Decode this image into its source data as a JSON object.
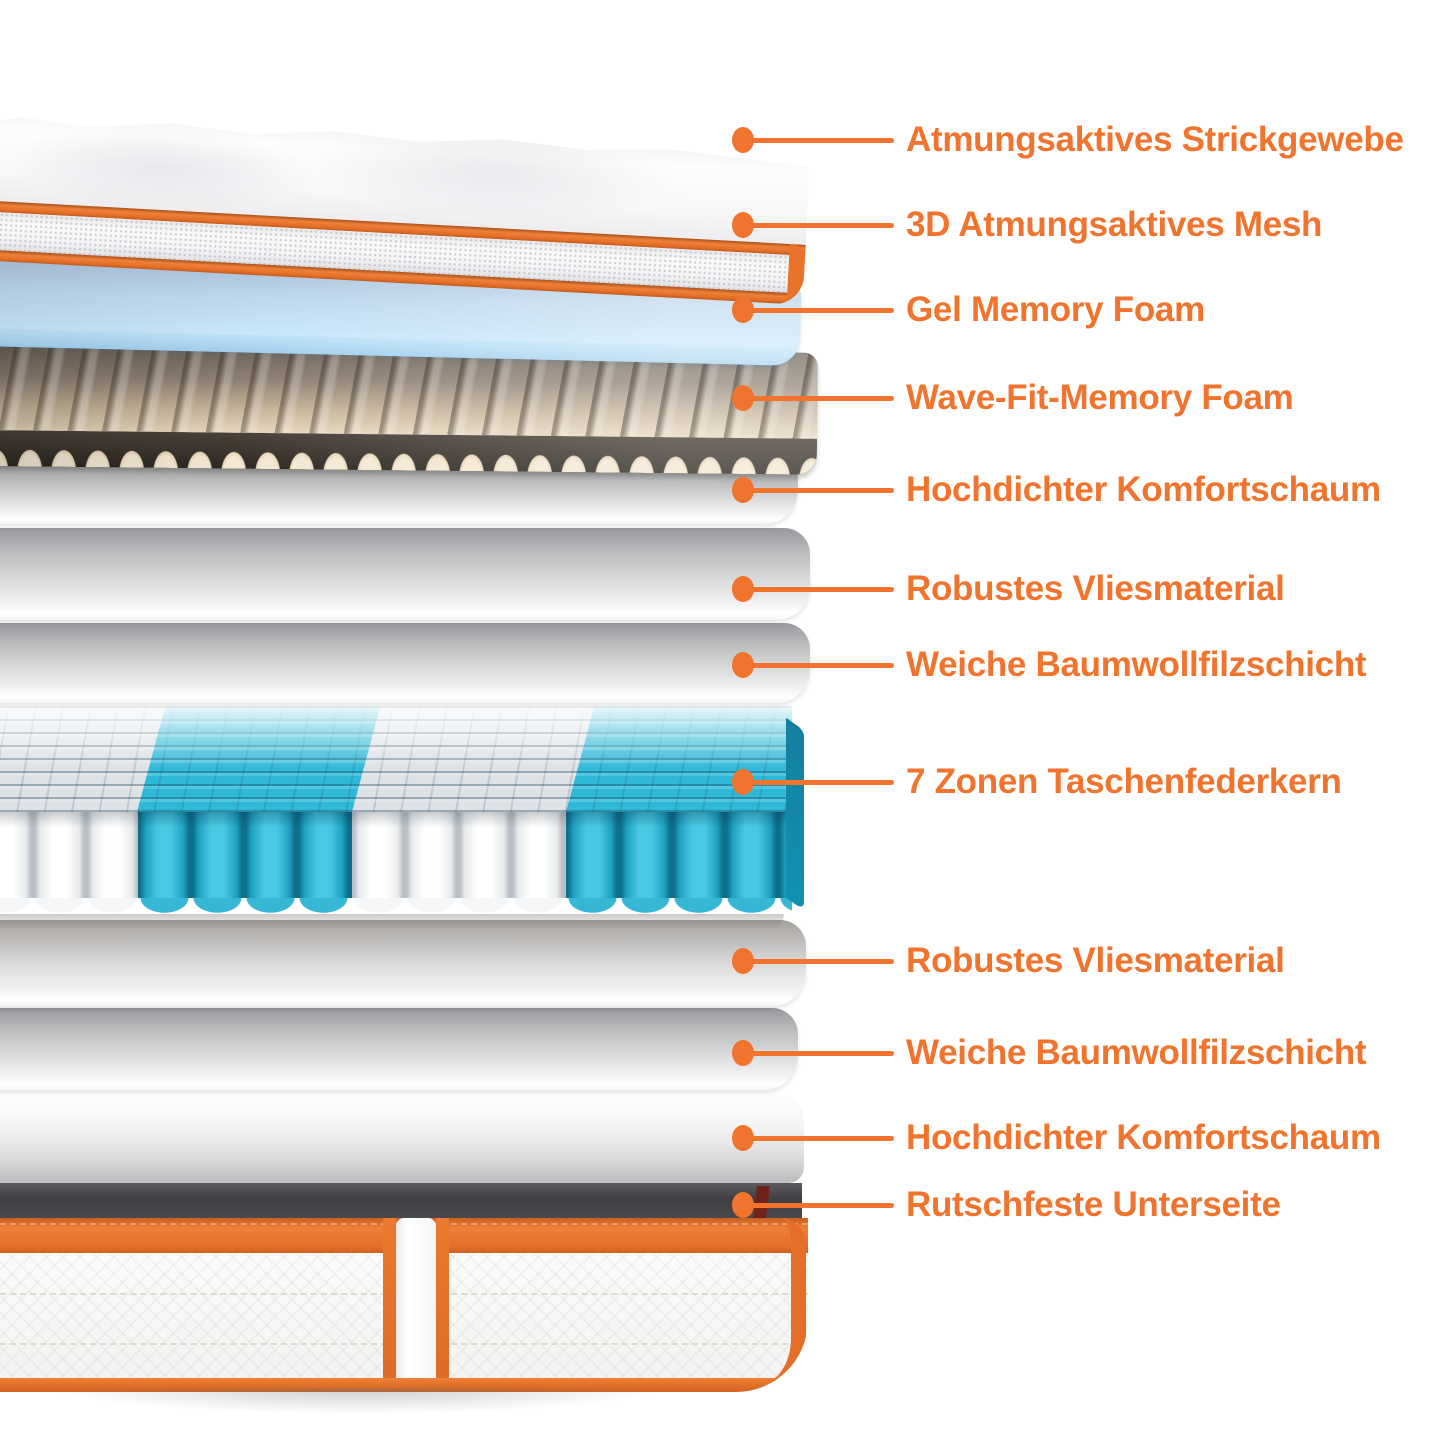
{
  "infographic": {
    "type": "mattress-exploded-layer-diagram",
    "language": "de"
  },
  "callouts": [
    {
      "label": "Atmungsaktives Strickgewebe"
    },
    {
      "label": "3D Atmungsaktives Mesh"
    },
    {
      "label": "Gel Memory Foam"
    },
    {
      "label": "Wave-Fit-Memory Foam"
    },
    {
      "label": "Hochdichter Komfortschaum"
    },
    {
      "label": "Robustes Vliesmaterial"
    },
    {
      "label": "Weiche Baumwollfilzschicht"
    },
    {
      "label": "7 Zonen Taschenfederkern"
    },
    {
      "label": "Robustes Vliesmaterial"
    },
    {
      "label": "Weiche Baumwollfilzschicht"
    },
    {
      "label": "Hochdichter Komfortschaum"
    },
    {
      "label": "Rutschfeste Unterseite"
    }
  ],
  "colors": {
    "accent-orange": "#F0742E",
    "piping-orange": "#E8742C",
    "spring-teal": "#2FB9D8",
    "spring-teal-dark": "#10799A",
    "gel-blue": "#C3E2F7",
    "foam-beige": "#F0E2CB",
    "base-dark-gray": "#434347"
  }
}
